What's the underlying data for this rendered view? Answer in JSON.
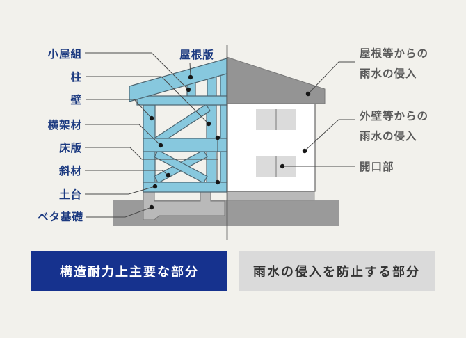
{
  "colors": {
    "background": "#f2f1ec",
    "frame_blue": "#87c8de",
    "frame_outline": "#4d6570",
    "navy_label_text": "#1c3a80",
    "gray_label_text": "#595959",
    "roof_gray": "#949494",
    "foundation_light_gray": "#b9b9b9",
    "ground_dark_gray": "#9a9a9a",
    "banner_structural_bg": "#16328e",
    "banner_structural_text": "#ffffff",
    "banner_rain_bg": "#dadada",
    "banner_rain_text": "#333333"
  },
  "diagram": {
    "structural_labels": [
      {
        "text": "小屋組"
      },
      {
        "text": "柱"
      },
      {
        "text": "壁"
      },
      {
        "text": "横架材"
      },
      {
        "text": "床版"
      },
      {
        "text": "斜材"
      },
      {
        "text": "土台"
      },
      {
        "text": "ベタ基礎"
      }
    ],
    "roof_panel_label": "屋根版",
    "rain_labels": {
      "roof_intrusion_line1": "屋根等からの",
      "roof_intrusion_line2": "雨水の侵入",
      "wall_intrusion_line1": "外壁等からの",
      "wall_intrusion_line2": "雨水の侵入",
      "opening": "開口部"
    }
  },
  "legend": {
    "structural": "構造耐力上主要な部分",
    "rainwater": "雨水の侵入を防止する部分"
  }
}
